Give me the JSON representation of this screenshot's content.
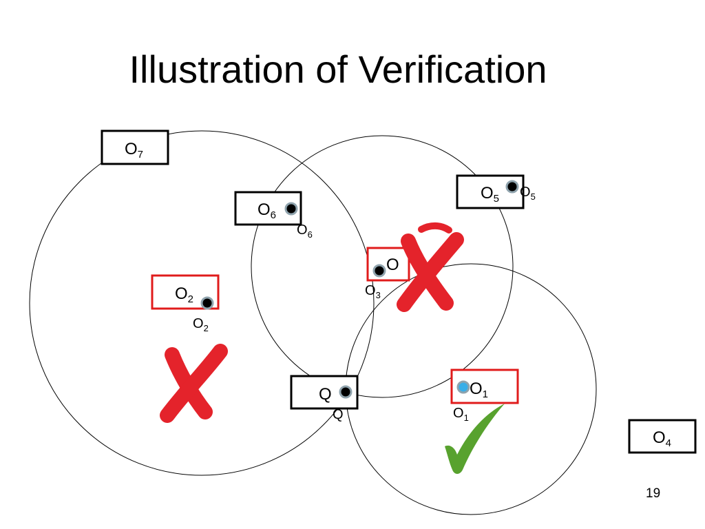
{
  "slide": {
    "title": "Illustration of Verification",
    "number": "19"
  },
  "diagram": {
    "objects": {
      "q": {
        "box": "Q",
        "point": "Q"
      },
      "o1": {
        "box": "O",
        "sub": "1",
        "point": "O",
        "point_sub": "1",
        "status": "accepted"
      },
      "o2": {
        "box": "O",
        "sub": "2",
        "point": "O",
        "point_sub": "2",
        "status": "rejected"
      },
      "o3": {
        "box": "O",
        "point": "O",
        "point_sub": "3",
        "status": "rejected"
      },
      "o4": {
        "box": "O",
        "sub": "4"
      },
      "o5": {
        "box": "O",
        "sub": "5",
        "point": "O",
        "point_sub": "5"
      },
      "o6": {
        "box": "O",
        "sub": "6",
        "point": "O",
        "point_sub": "6"
      },
      "o7": {
        "box": "O",
        "sub": "7"
      }
    },
    "colors": {
      "rejected_box": "#e01b1b",
      "normal_box": "#000000",
      "cross_mark": "#e4232b",
      "check_mark": "#58a22e",
      "point_fill": "#000000",
      "point_ring": "#8fa3ad",
      "highlight_point": "#38aee8"
    },
    "icons": {
      "reject": "cross-mark-icon",
      "accept": "check-mark-icon"
    }
  }
}
